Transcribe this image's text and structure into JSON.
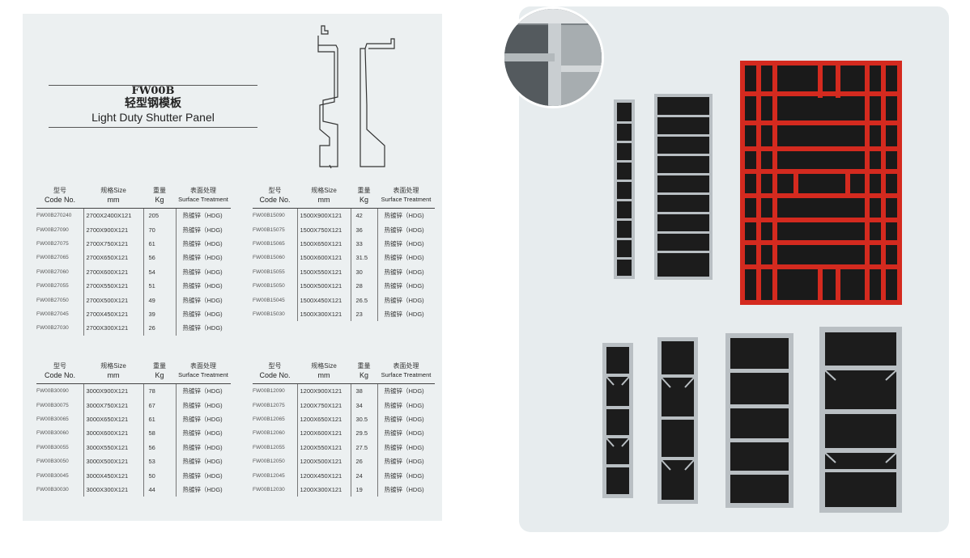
{
  "title": {
    "code": "FW00B",
    "name_cn": "轻型钢模板",
    "name_en": "Light Duty Shutter Panel"
  },
  "table_headers": {
    "code_cn": "型号",
    "code_en": "Code No.",
    "size_cn": "规格Size",
    "size_en": "mm",
    "weight_cn": "重量",
    "weight_en": "Kg",
    "surface_cn": "表面处理",
    "surface_en": "Surface Treatment"
  },
  "tables": [
    {
      "rows": [
        [
          "FW00B270240",
          "2700X2400X121",
          "205",
          "热镀锌（HDG)"
        ],
        [
          "FW00B27090",
          "2700X900X121",
          "70",
          "热镀锌（HDG)"
        ],
        [
          "FW00B27075",
          "2700X750X121",
          "61",
          "热镀锌（HDG)"
        ],
        [
          "FW00B27065",
          "2700X650X121",
          "56",
          "热镀锌（HDG)"
        ],
        [
          "FW00B27060",
          "2700X600X121",
          "54",
          "热镀锌（HDG)"
        ],
        [
          "FW00B27055",
          "2700X550X121",
          "51",
          "热镀锌（HDG)"
        ],
        [
          "FW00B27050",
          "2700X500X121",
          "49",
          "热镀锌（HDG)"
        ],
        [
          "FW00B27045",
          "2700X450X121",
          "39",
          "热镀锌（HDG)"
        ],
        [
          "FW00B27030",
          "2700X300X121",
          "26",
          "热镀锌（HDG)"
        ]
      ]
    },
    {
      "rows": [
        [
          "FW00B15090",
          "1500X900X121",
          "42",
          "热镀锌（HDG)"
        ],
        [
          "FW00B15075",
          "1500X750X121",
          "36",
          "热镀锌（HDG)"
        ],
        [
          "FW00B15065",
          "1500X650X121",
          "33",
          "热镀锌（HDG)"
        ],
        [
          "FW00B15060",
          "1500X600X121",
          "31.5",
          "热镀锌（HDG)"
        ],
        [
          "FW00B15055",
          "1500X550X121",
          "30",
          "热镀锌（HDG)"
        ],
        [
          "FW00B15050",
          "1500X500X121",
          "28",
          "热镀锌（HDG)"
        ],
        [
          "FW00B15045",
          "1500X450X121",
          "26.5",
          "热镀锌（HDG)"
        ],
        [
          "FW00B15030",
          "1500X300X121",
          "23",
          "热镀锌（HDG)"
        ]
      ]
    },
    {
      "rows": [
        [
          "FW00B30090",
          "3000X900X121",
          "78",
          "热镀锌（HDG)"
        ],
        [
          "FW00B30075",
          "3000X750X121",
          "67",
          "热镀锌（HDG)"
        ],
        [
          "FW00B30065",
          "3000X650X121",
          "61",
          "热镀锌（HDG)"
        ],
        [
          "FW00B30060",
          "3000X600X121",
          "58",
          "热镀锌（HDG)"
        ],
        [
          "FW00B30055",
          "3000X550X121",
          "56",
          "热镀锌（HDG)"
        ],
        [
          "FW00B30050",
          "3000X500X121",
          "53",
          "热镀锌（HDG)"
        ],
        [
          "FW00B30045",
          "3000X450X121",
          "50",
          "热镀锌（HDG)"
        ],
        [
          "FW00B30030",
          "3000X300X121",
          "44",
          "热镀锌（HDG)"
        ]
      ]
    },
    {
      "rows": [
        [
          "FW00B12090",
          "1200X900X121",
          "38",
          "热镀锌（HDG)"
        ],
        [
          "FW00B12075",
          "1200X750X121",
          "34",
          "热镀锌（HDG)"
        ],
        [
          "FW00B12065",
          "1200X650X121",
          "30.5",
          "热镀锌（HDG)"
        ],
        [
          "FW00B12060",
          "1200X600X121",
          "29.5",
          "热镀锌（HDG)"
        ],
        [
          "FW00B12055",
          "1200X550X121",
          "27.5",
          "热镀锌（HDG)"
        ],
        [
          "FW00B12050",
          "1200X500X121",
          "26",
          "热镀锌（HDG)"
        ],
        [
          "FW00B12045",
          "1200X450X121",
          "24",
          "热镀锌（HDG)"
        ],
        [
          "FW00B12030",
          "1200X300X121",
          "19",
          "热镀锌（HDG)"
        ]
      ]
    }
  ],
  "colors": {
    "panel_red": "#d42a1f",
    "frame_steel": "#b9bfc3",
    "panel_face": "#1c1c1c",
    "page_bg": "#ecf0f1"
  }
}
